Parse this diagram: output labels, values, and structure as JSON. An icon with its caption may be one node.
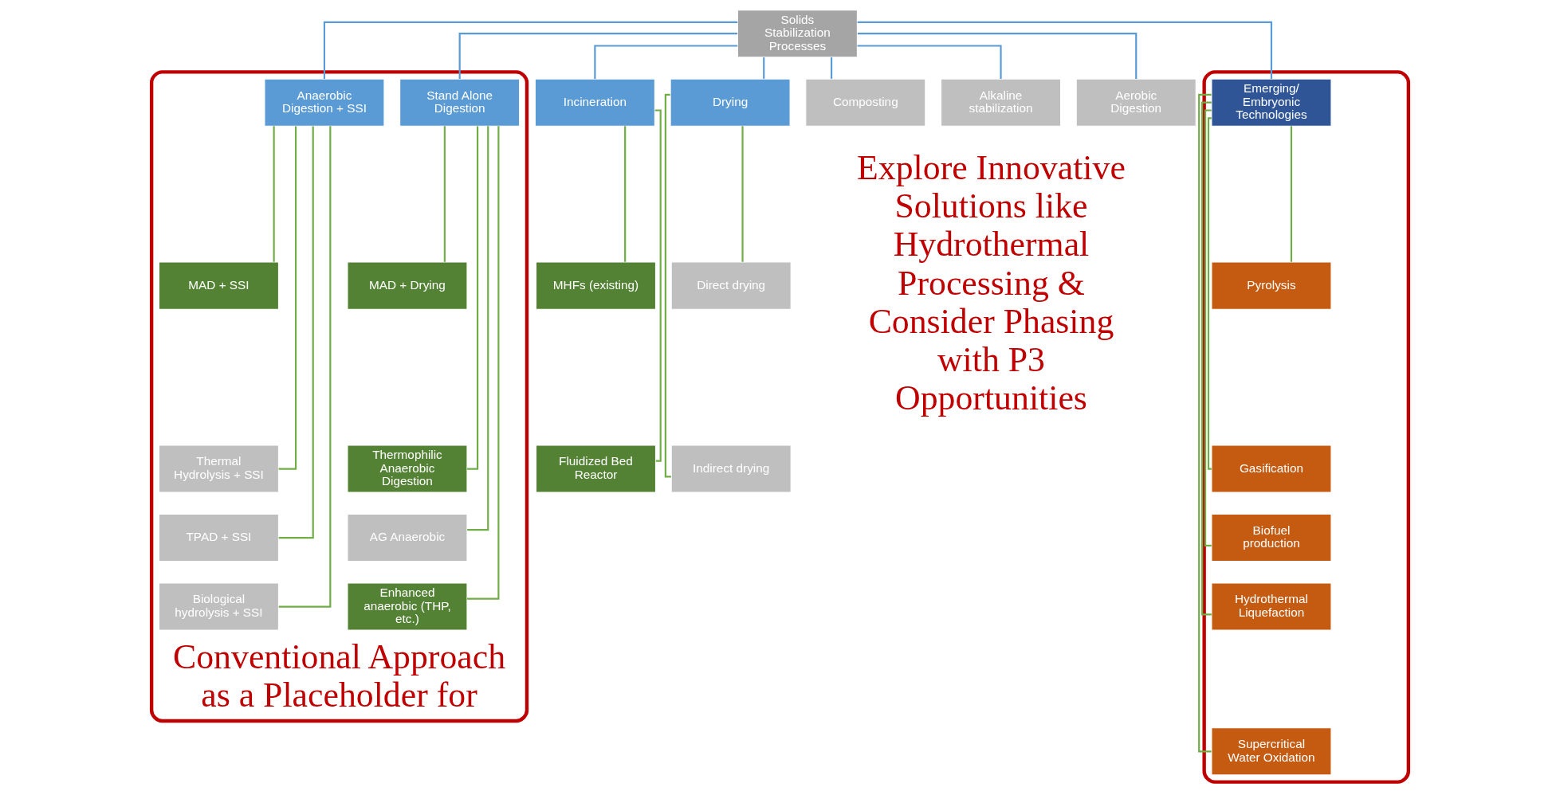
{
  "diagram": {
    "nodes": [
      {
        "text": [
          "Solids Stabilization Processes"
        ]
      },
      {
        "text": [
          "Incineration"
        ]
      },
      {
        "text": [
          "Conventional Approach as a Placeholder for"
        ]
      },
      {
        "text": [
          "Anaerobic Digestion + SSI"
        ],
        "in": 2
      },
      {
        "text": [
          "Stand Alone Digestion"
        ],
        "in": 2
      },
      {
        "text": [
          "Drying"
        ]
      },
      {
        "text": [
          "Composting"
        ]
      },
      {
        "text": [
          "Alkaline stabilization"
        ]
      },
      {
        "text": [
          "Aerobic Digestion"
        ]
      },
      {
        "text": [],
        "shape": "box"
      },
      {
        "text": [
          "Emerging/ Embryonic Technologies"
        ],
        "in": 9
      },
      {
        "text": [
          "MHFs (existing)"
        ]
      },
      {
        "text": [
          "Fluidized Bed Reactor"
        ]
      },
      {
        "text": [
          "MAD + SSI"
        ],
        "in": 2
      },
      {
        "text": [
          "Thermal Hydrolysis + SSI"
        ],
        "in": 2
      },
      {
        "text": [
          "TPAD + SSI"
        ],
        "in": 2
      },
      {
        "text": [
          "Biological hydrolysis + SSI"
        ],
        "in": 2
      },
      {
        "text": [
          "MAD + Drying"
        ],
        "in": 2
      },
      {
        "text": [
          "Thermophilic Anaerobic Digestion"
        ],
        "in": 2
      },
      {
        "text": [
          "AG Anaerobic"
        ],
        "in": 2
      },
      {
        "text": [
          "Enhanced anaerobic (THP, etc.)"
        ],
        "in": 2
      },
      {
        "text": [
          "Direct drying"
        ]
      },
      {
        "text": [
          "Indirect drying"
        ]
      },
      {
        "text": [
          "Pyrolysis"
        ],
        "in": 9
      },
      {
        "text": [
          "Gasification"
        ],
        "in": 9
      },
      {
        "text": [
          "Biofuel production"
        ],
        "in": 9
      },
      {
        "text": [
          "Hydrothermal Liquefaction"
        ],
        "in": 9
      },
      {
        "text": [
          "Supercritical Water Oxidation"
        ],
        "in": 9
      }
    ],
    "edges": [
      {
        "from": 0,
        "to": 1,
        "arrow": "none",
        "color": "#5b9bd5"
      },
      {
        "from": 0,
        "to": 3,
        "arrow": "none",
        "color": "#5b9bd5"
      },
      {
        "from": 0,
        "to": 4,
        "arrow": "none",
        "color": "#5b9bd5"
      },
      {
        "from": 0,
        "to": 5,
        "arrow": "none",
        "color": "#5b9bd5"
      },
      {
        "from": 0,
        "to": 6,
        "arrow": "none",
        "color": "#5b9bd5"
      },
      {
        "from": 0,
        "to": 7,
        "arrow": "none",
        "color": "#5b9bd5"
      },
      {
        "from": 0,
        "to": 8,
        "arrow": "none",
        "color": "#5b9bd5"
      },
      {
        "from": 0,
        "to": 10,
        "arrow": "none",
        "color": "#5b9bd5"
      },
      {
        "from": 1,
        "to": 11,
        "arrow": "none"
      },
      {
        "from": 1,
        "to": 12,
        "arrow": "none"
      },
      {
        "from": 3,
        "to": 13,
        "arrow": "none"
      },
      {
        "from": 3,
        "to": 14,
        "arrow": "none"
      },
      {
        "from": 3,
        "to": 15,
        "arrow": "none"
      },
      {
        "from": 3,
        "to": 16,
        "arrow": "none"
      },
      {
        "from": 4,
        "to": 17,
        "arrow": "none"
      },
      {
        "from": 4,
        "to": 18,
        "arrow": "none"
      },
      {
        "from": 4,
        "to": 19,
        "arrow": "none"
      },
      {
        "from": 4,
        "to": 20,
        "arrow": "none"
      },
      {
        "from": 5,
        "to": 21,
        "arrow": "none"
      },
      {
        "from": 5,
        "to": 22,
        "arrow": "none"
      },
      {
        "from": 10,
        "to": 23,
        "arrow": "none"
      },
      {
        "from": 10,
        "to": 24,
        "arrow": "none"
      },
      {
        "from": 10,
        "to": 25,
        "arrow": "none"
      },
      {
        "from": 10,
        "to": 26,
        "arrow": "none"
      },
      {
        "from": 10,
        "to": 27,
        "arrow": "none"
      }
    ],
    "labels": [
      "Explore Innovative Solutions like Hydrothermal Processing & Consider Phasing with P3 Opportunities"
    ]
  }
}
